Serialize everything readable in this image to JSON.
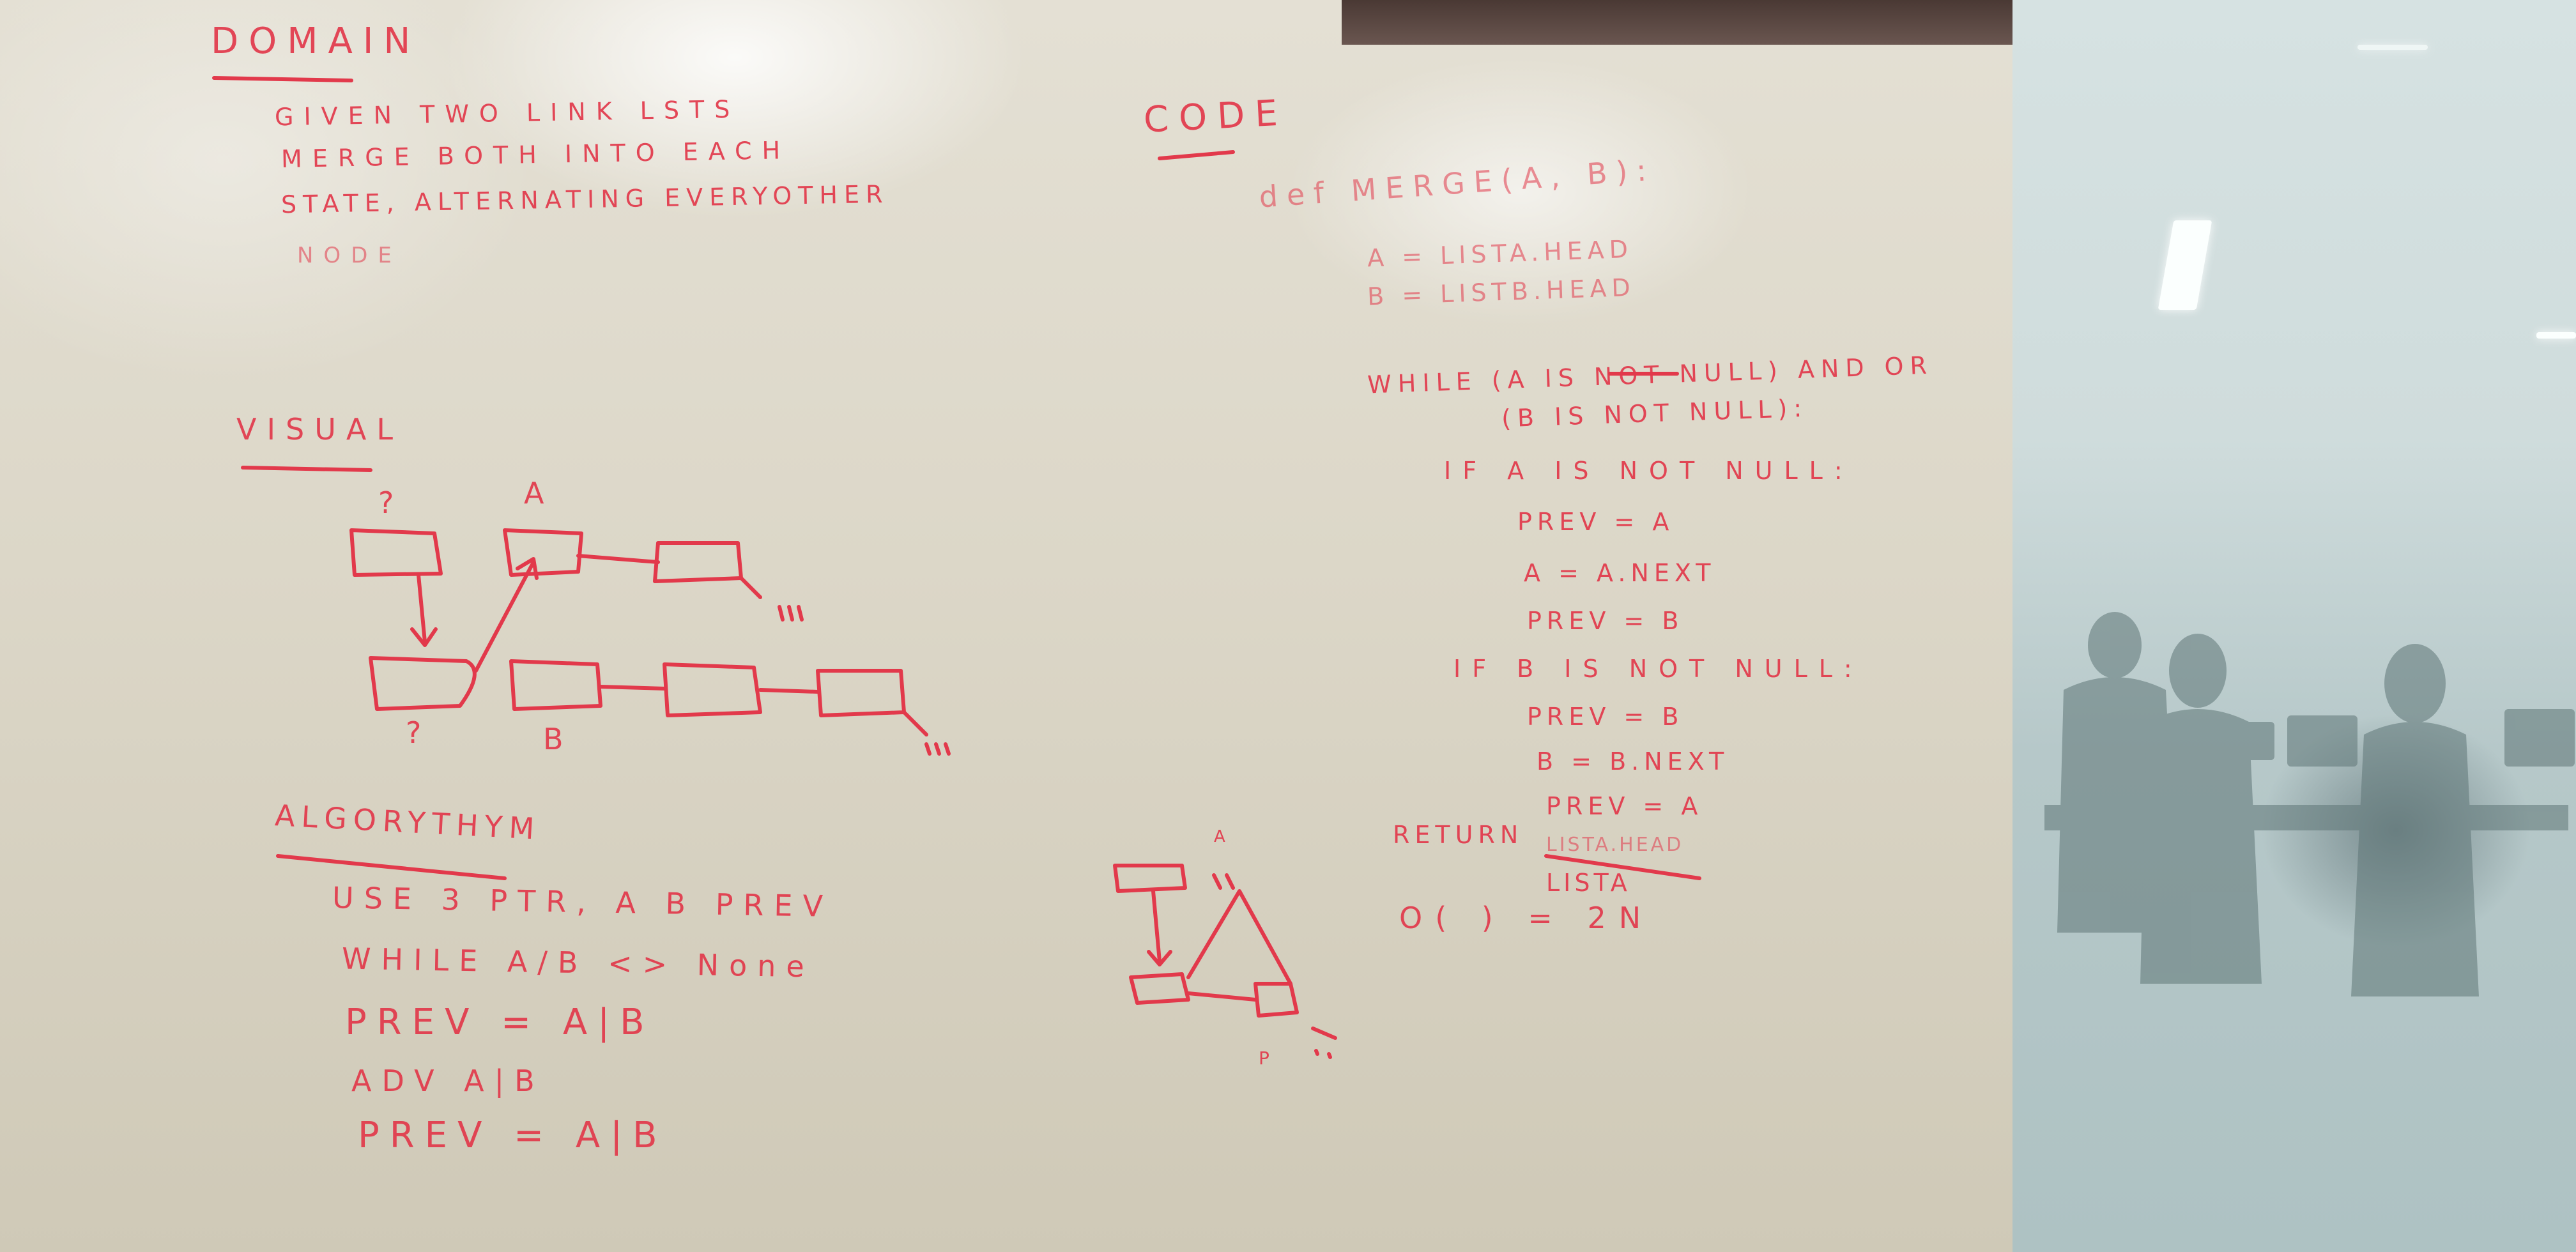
{
  "domain": {
    "heading": "DOMAIN",
    "lines": [
      "GIVEN TWO LINK LSTS",
      "MERGE BOTH INTO EACH",
      "STATE, ALTERNATING EVERYOTHER",
      "NODE"
    ]
  },
  "visual": {
    "heading": "VISUAL",
    "labels": {
      "question_top": "?",
      "question_bottom": "?",
      "a": "A",
      "b": "B"
    }
  },
  "algorithm": {
    "heading": "ALGORYTHYM",
    "lines": [
      "USE 3 PTR, A B PREV",
      "WHILE A/B <> None",
      "PREV = A|B",
      "ADV A|B",
      "PREV = A|B"
    ]
  },
  "code": {
    "heading": "CODE",
    "def_line": "def MERGE(A, B):",
    "assign_a": "A = LISTA.HEAD",
    "assign_b": "B = LISTB.HEAD",
    "while_1": "WHILE (A IS NOT NULL) AND OR",
    "while_2": "(B IS NOT NULL):",
    "if_a": "IF A IS NOT NULL:",
    "prev_a": "PREV = A",
    "a_next": "A = A.NEXT",
    "prev_b": "PREV = B",
    "if_b": "IF B IS NOT NULL:",
    "prev_b2": "PREV = B",
    "b_next": "B = B.NEXT",
    "prev_a2": "PREV = A",
    "return": "RETURN",
    "return_struck": "LISTA.HEAD",
    "return_val": "LISTA",
    "complexity": "O( ) = 2N"
  },
  "small_diagram": {
    "label_a": "A",
    "label_p": "P"
  },
  "colors": {
    "marker": "#e2394b",
    "board": "#dcd7c8",
    "glass": "#c3d4d5"
  }
}
